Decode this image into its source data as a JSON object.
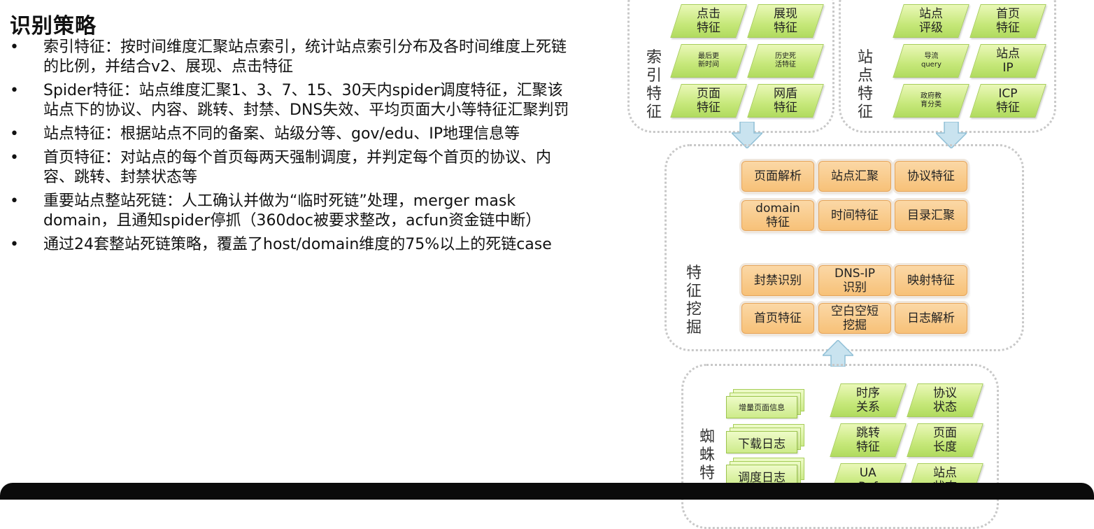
{
  "title": "识别策略",
  "bullet_marker": "•",
  "bullets": [
    "索引特征：按时间维度汇聚站点索引，统计站点索引分布及各时间维度上死链的比例，并结合v2、展现、点击特征",
    "Spider特征：站点维度汇聚1、3、7、15、30天内spider调度特征，汇聚该站点下的协议、内容、跳转、封禁、DNS失效、平均页面大小等特征汇聚判罚",
    "站点特征：根据站点不同的备案、站级分等、gov/edu、IP地理信息等",
    "首页特征：对站点的每个首页每两天强制调度，并判定每个首页的协议、内容、跳转、封禁状态等",
    "重要站点整站死链：人工确认并做为“临时死链”处理，merger mask domain，且通知spider停抓（360doc被要求整改，acfun资金链中断）",
    "通过24套整站死链策略，覆盖了host/domain维度的75%以上的死链case"
  ],
  "diagram": {
    "index_features": {
      "label": [
        "索",
        "引",
        "特",
        "征"
      ],
      "items": [
        "点击\n特征",
        "展现\n特征",
        "最后更\n新时间",
        "历史死\n活特征",
        "页面\n特征",
        "网盾\n特征"
      ]
    },
    "site_features": {
      "label": [
        "站",
        "点",
        "特",
        "征"
      ],
      "items": [
        "站点\n评级",
        "首页\n特征",
        "导流\nquery",
        "站点\nIP",
        "政府教\n育分类",
        "ICP\n特征"
      ]
    },
    "mining": {
      "label": [
        "特",
        "征",
        "挖",
        "掘"
      ],
      "items": [
        "页面解析",
        "站点汇聚",
        "协议特征",
        "domain\n特征",
        "时间特征",
        "目录汇聚",
        "封禁识别",
        "DNS-IP\n识别",
        "映射特征",
        "首页特征",
        "空白空短\n挖掘",
        "日志解析"
      ]
    },
    "spider_features": {
      "label": [
        "蜘",
        "蛛",
        "特"
      ],
      "logs": [
        "增量页面信息",
        "下载日志",
        "调度日志"
      ],
      "items": [
        "时序\n关系",
        "协议\n状态",
        "跳转\n特征",
        "页面\n长度",
        "UA\nRef",
        "站点\n状态"
      ]
    }
  },
  "colors": {
    "green_fill": "#c6e87a",
    "orange_fill": "#f7c178",
    "arrow_fill": "#c9e3ef",
    "arrow_stroke": "#8fbfd6",
    "region_border": "#c8c8c8"
  }
}
